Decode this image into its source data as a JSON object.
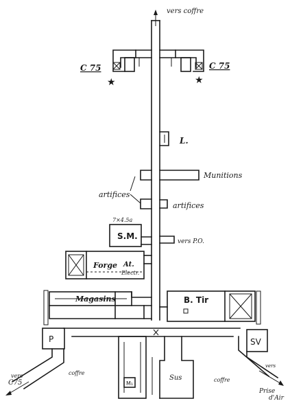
{
  "labels": {
    "vers_coffre_top": "vers coffre",
    "c75_left": "C 75",
    "c75_right": "C 75",
    "l": "L.",
    "munitions": "Munitions",
    "artifices_left": "artifices",
    "artifices_right": "artifices",
    "tag_sm": "7×4.5a",
    "sm": "S.M.",
    "vers_po": "vers P.O.",
    "forge": "Forge",
    "at": "At.",
    "electr": "Electr.",
    "magasins": "Magasins",
    "b_tir": "B. Tir",
    "p": "P",
    "sv": "SV",
    "vers_c75_a": "vers",
    "vers_c75_b": "C75",
    "coffre_left": "coffre",
    "coffre_right": "coffre",
    "m": "M₁",
    "sus": "Sus",
    "vers_prise_a": "vers",
    "vers_prise_b": "Prise",
    "vers_prise_c": "d'Air"
  },
  "icons": {
    "star": "★",
    "arrow": "arrow-icon"
  }
}
